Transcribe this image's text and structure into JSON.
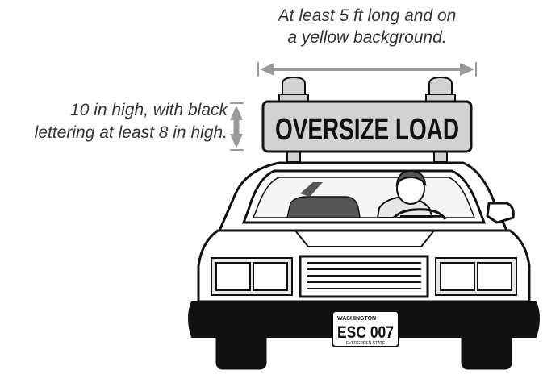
{
  "annotations": {
    "length_line1": "At least 5 ft long and on",
    "length_line2": "a yellow background.",
    "height_line1": "10 in high, with black",
    "height_line2": "lettering at least 8 in high."
  },
  "sign": {
    "text": "OVERSIZE LOAD"
  },
  "plate": {
    "state": "WASHINGTON",
    "number": "ESC 007",
    "tagline": "EVERGREEN STATE"
  },
  "colors": {
    "ink": "#111111",
    "sign_fill": "#d2d2d2",
    "car_body": "#ffffff",
    "dark_gray": "#555555",
    "arrow_gray": "#9a9a9a",
    "text": "#333333"
  }
}
